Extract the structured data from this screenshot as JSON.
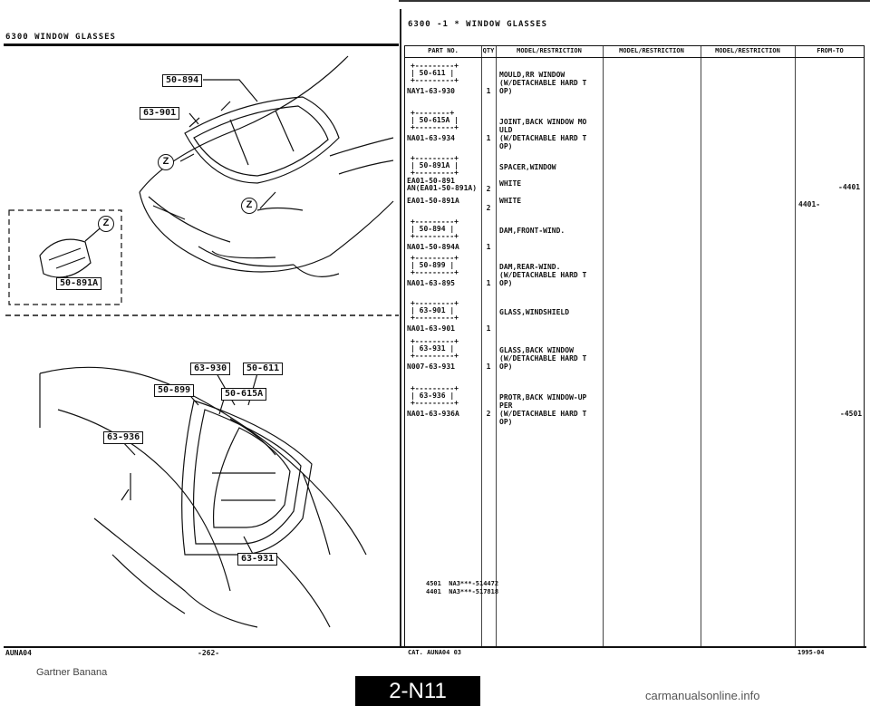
{
  "header": {
    "left_title": "6300   WINDOW GLASSES",
    "right_title": "6300 -1 *  WINDOW GLASSES"
  },
  "diagram": {
    "callouts": [
      "50-894",
      "63-901",
      "50-891A",
      "63-930",
      "50-611",
      "50-899",
      "50-615A",
      "63-936",
      "63-931"
    ],
    "zmark": "Z"
  },
  "table": {
    "headers": [
      "PART NO.",
      "QTY",
      "MODEL/RESTRICTION",
      "MODEL/RESTRICTION",
      "MODEL/RESTRICTION",
      "FROM-TO"
    ],
    "rows": [
      {
        "box": "50-611",
        "part_no": "NAY1-63-930",
        "qty": "1",
        "description": "MOULD,RR WINDOW\n(W/DETACHABLE HARD T\nOP)",
        "from_to": ""
      },
      {
        "box": "50-615A",
        "part_no": "NA01-63-934",
        "qty": "1",
        "description": "JOINT,BACK WINDOW MO\nULD\n(W/DETACHABLE HARD T\nOP)",
        "from_to": ""
      },
      {
        "box": "50-891A",
        "part_no": "EA01-50-891\nAN(EA01-50-891A)",
        "qty": "2",
        "description": "SPACER,WINDOW\n\nWHITE",
        "from_to": "-4401"
      },
      {
        "box": "",
        "part_no": "EA01-50-891A",
        "qty": "2",
        "description": "WHITE",
        "from_to": "4401-"
      },
      {
        "box": "50-894",
        "part_no": "NA01-50-894A",
        "qty": "1",
        "description": "DAM,FRONT-WIND.",
        "from_to": ""
      },
      {
        "box": "50-899",
        "part_no": "NA01-63-895",
        "qty": "1",
        "description": "DAM,REAR-WIND.\n(W/DETACHABLE HARD T\nOP)",
        "from_to": ""
      },
      {
        "box": "63-901",
        "part_no": "NA01-63-901",
        "qty": "1",
        "description": "GLASS,WINDSHIELD",
        "from_to": ""
      },
      {
        "box": "63-931",
        "part_no": "N007-63-931",
        "qty": "1",
        "description": "GLASS,BACK WINDOW\n(W/DETACHABLE HARD T\nOP)",
        "from_to": ""
      },
      {
        "box": "63-936",
        "part_no": "NA01-63-936A",
        "qty": "2",
        "description": "PROTR,BACK WINDOW-UP\nPER\n(W/DETACHABLE HARD T\nOP)",
        "from_to": "-4501"
      }
    ],
    "footnotes": "4501  NA3***-514472\n4401  NA3***-517818"
  },
  "footer": {
    "catalog_code": "AUNA04",
    "left_page": "-262-",
    "right_footer": "CAT. AUNA04 03",
    "date_stamp": "1995-04",
    "watermark_left": "Gartner Banana",
    "page_tab": "2-N11",
    "watermark_right": "carmanualsonline.info"
  }
}
